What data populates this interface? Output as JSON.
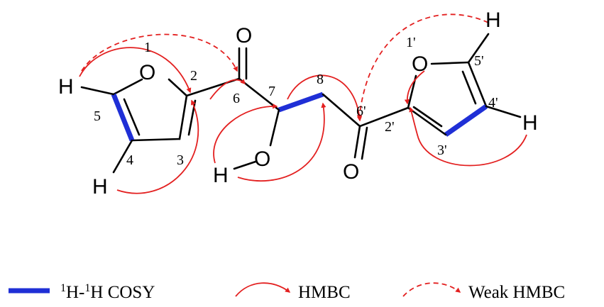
{
  "atoms": {
    "o1": "O",
    "o1p": "O",
    "o6": "O",
    "o6p": "O",
    "o7": "O",
    "h5": "H",
    "h4": "H",
    "h5p": "H",
    "h4p": "H",
    "hoh": "H"
  },
  "numbers": {
    "n1": "1",
    "n2": "2",
    "n3": "3",
    "n4": "4",
    "n5": "5",
    "n6": "6",
    "n7": "7",
    "n8": "8",
    "n6p": "6'",
    "n1p": "1'",
    "n2p": "2'",
    "n3p": "3'",
    "n4p": "4'",
    "n5p": "5'"
  },
  "legend": {
    "cosy_sup1": "1",
    "cosy_mid": "H-",
    "cosy_sup2": "1",
    "cosy_tail": "H COSY",
    "hmbc": "HMBC",
    "weak_hmbc": "Weak HMBC"
  },
  "colors": {
    "cosy": "#1f2fd6",
    "hmbc": "#e32020"
  }
}
